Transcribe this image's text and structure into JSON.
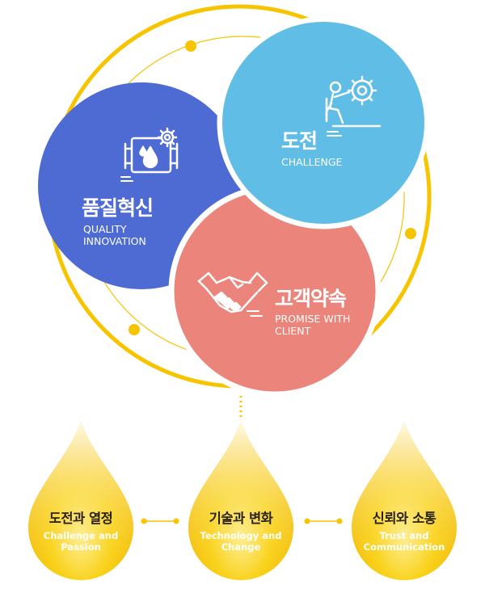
{
  "circles": {
    "quality": {
      "title_ko": "품질혁신",
      "title_en_line1": "QUALITY",
      "title_en_line2": "INNOVATION",
      "color": "#4e6bd3",
      "icon": "water-valve-gear-icon"
    },
    "challenge": {
      "title_ko": "도전",
      "title_en": "CHALLENGE",
      "color": "#5fbde6",
      "icon": "climber-gear-icon"
    },
    "client": {
      "title_ko": "고객약속",
      "title_en_line1": "PROMISE WITH",
      "title_en_line2": "CLIENT",
      "color": "#eb847a",
      "icon": "handshake-icon"
    }
  },
  "drops": [
    {
      "title_ko": "도전과 열정",
      "title_en_line1": "Challenge and",
      "title_en_line2": "Passion"
    },
    {
      "title_ko": "기술과 변화",
      "title_en_line1": "Technology and",
      "title_en_line2": "Change"
    },
    {
      "title_ko": "신뢰와 소통",
      "title_en_line1": "Trust and",
      "title_en_line2": "Communication"
    }
  ],
  "colors": {
    "ring": "#f7c400",
    "drop_light": "#fff5c2",
    "drop_dark": "#f2b705"
  }
}
